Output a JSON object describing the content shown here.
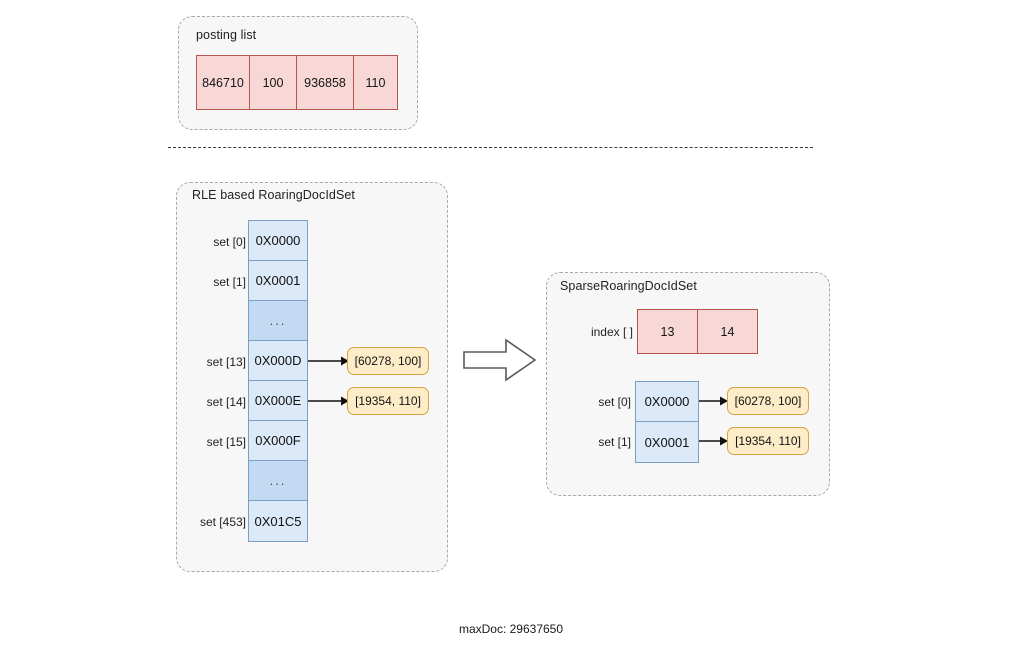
{
  "diagram": {
    "footer_label": "maxDoc: 29637650",
    "divider": "horizontal-dashed-divider",
    "transition_arrow": "right-block-arrow"
  },
  "posting_list": {
    "title": "posting list",
    "cells": [
      "846710",
      "100",
      "936858",
      "110"
    ]
  },
  "rle_set": {
    "title": "RLE based RoaringDocIdSet",
    "rows": [
      {
        "label": "set [0]",
        "value": "0X0000",
        "ellipsis": false,
        "range": null
      },
      {
        "label": "set [1]",
        "value": "0X0001",
        "ellipsis": false,
        "range": null
      },
      {
        "label": "",
        "value": "...",
        "ellipsis": true,
        "range": null
      },
      {
        "label": "set [13]",
        "value": "0X000D",
        "ellipsis": false,
        "range": "[60278, 100]"
      },
      {
        "label": "set [14]",
        "value": "0X000E",
        "ellipsis": false,
        "range": "[19354, 110]"
      },
      {
        "label": "set [15]",
        "value": "0X000F",
        "ellipsis": false,
        "range": null
      },
      {
        "label": "",
        "value": "...",
        "ellipsis": true,
        "range": null
      },
      {
        "label": "set [453]",
        "value": "0X01C5",
        "ellipsis": false,
        "range": null
      }
    ]
  },
  "sparse_set": {
    "title": "SparseRoaringDocIdSet",
    "index_label": "index [ ]",
    "index_cells": [
      "13",
      "14"
    ],
    "rows": [
      {
        "label": "set [0]",
        "value": "0X0000",
        "range": "[60278, 100]"
      },
      {
        "label": "set [1]",
        "value": "0X0001",
        "range": "[19354, 110]"
      }
    ]
  },
  "colors": {
    "pink_fill": "#f8d7d7",
    "pink_border": "#b8544f",
    "blue_fill": "#dce9f8",
    "blue_fill_alt": "#c3daf3",
    "blue_border": "#7a9ec4",
    "yellow_fill": "#fdecc8",
    "yellow_border": "#d9a441",
    "panel_fill": "#f7f7f7",
    "panel_border": "#a8a8a8"
  }
}
